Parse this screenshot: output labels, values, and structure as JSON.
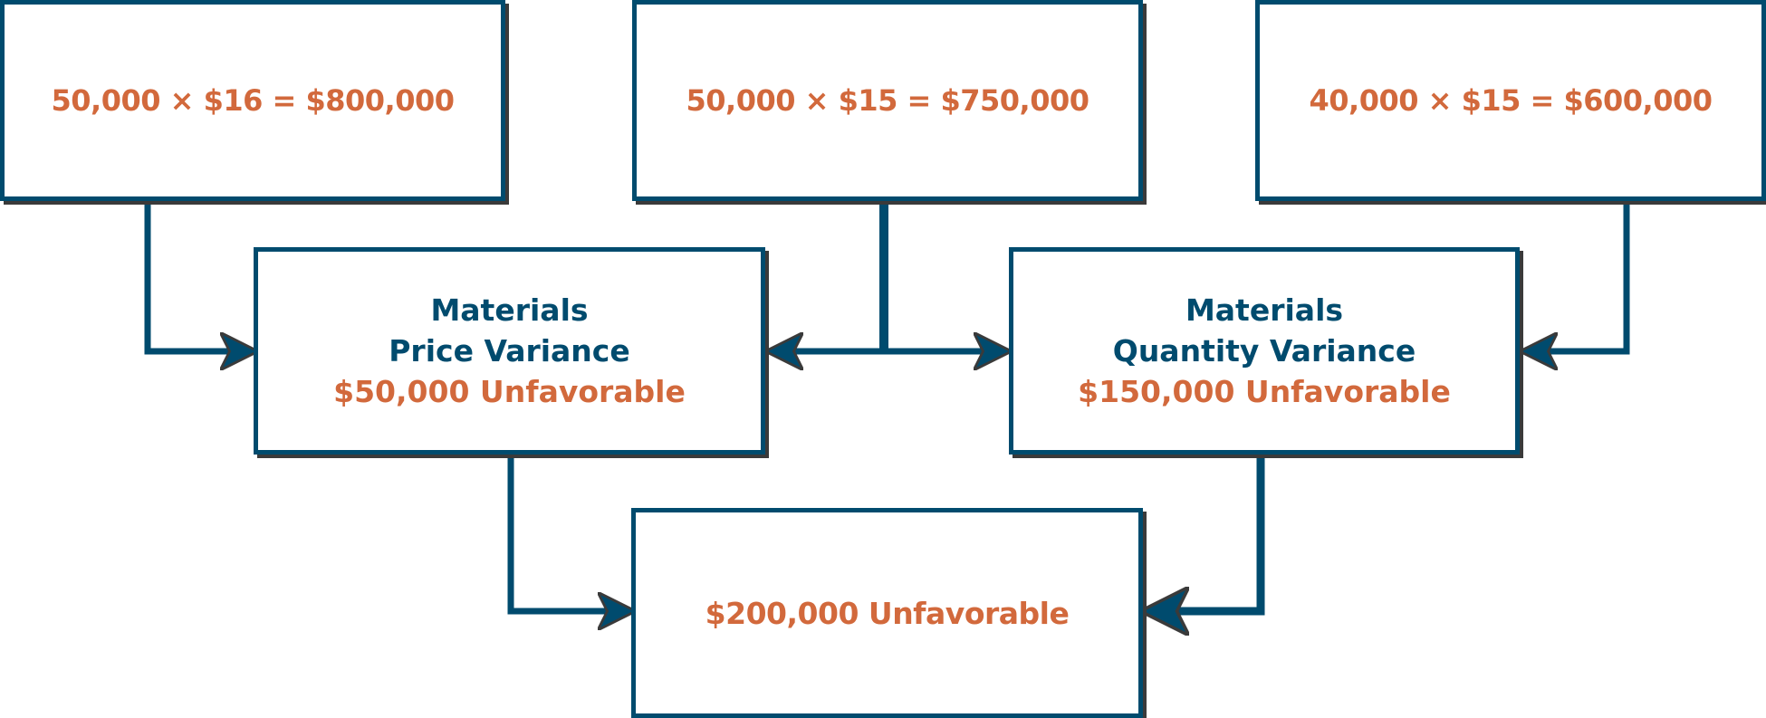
{
  "colors": {
    "border": "#004b6e",
    "shadow": "#3a3a3a",
    "accent": "#d2693c",
    "title": "#004b6e"
  },
  "top_boxes": [
    {
      "text": "50,000 × $16 = $800,000"
    },
    {
      "text": "50,000 × $15 = $750,000"
    },
    {
      "text": "40,000 × $15 = $600,000"
    }
  ],
  "price_variance": {
    "line1": "Materials",
    "line2": "Price Variance",
    "amount": "$50,000 Unfavorable"
  },
  "quantity_variance": {
    "line1": "Materials",
    "line2": "Quantity Variance",
    "amount": "$150,000 Unfavorable"
  },
  "total": {
    "text": "$200,000 Unfavorable"
  }
}
